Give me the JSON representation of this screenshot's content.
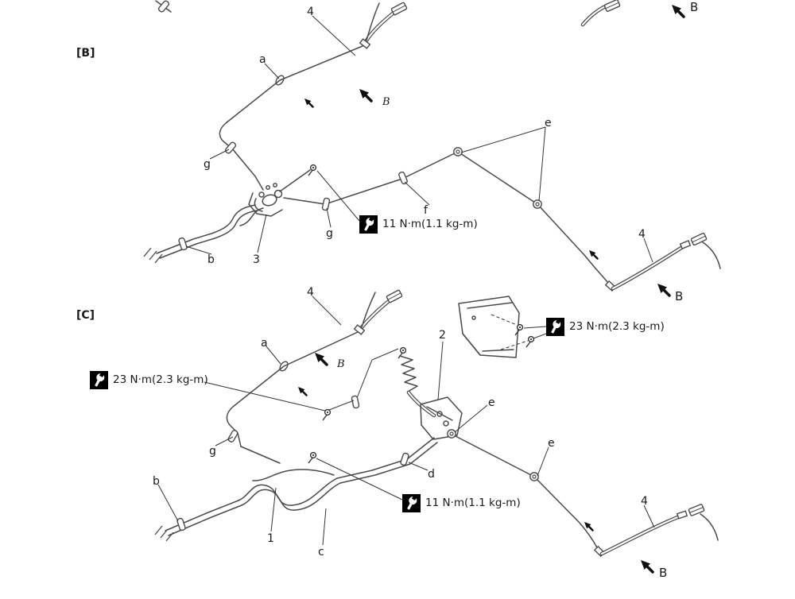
{
  "figure": {
    "background": "#ffffff",
    "line_color": "#4a4a4a",
    "accent_black": "#111111"
  },
  "sections": {
    "b": {
      "label": "[B]",
      "torque_11": "11 N·m(1.1 kg-m)",
      "callouts": {
        "part_4_top": "4",
        "fitting_a": "a",
        "view_b_top_right": "B",
        "view_b_inner": "B",
        "clip_g_left": "g",
        "joint_e": "e",
        "clip_f": "f",
        "clip_g_mid": "g",
        "clip_b": "b",
        "part_3": "3",
        "part_4_right": "4",
        "view_b_right": "B"
      }
    },
    "c": {
      "label": "[C]",
      "torque_23_left": "23 N·m(2.3 kg-m)",
      "torque_23_right": "23 N·m(2.3 kg-m)",
      "torque_11": "11 N·m(1.1 kg-m)",
      "callouts": {
        "part_4_top": "4",
        "fitting_a": "a",
        "view_b_inner": "B",
        "part_2": "2",
        "clip_g": "g",
        "joint_e_upper": "e",
        "joint_e_lower": "e",
        "clip_d": "d",
        "clip_b": "b",
        "part_1": "1",
        "part_c": "c",
        "part_4_right": "4",
        "view_b_right": "B"
      }
    }
  }
}
